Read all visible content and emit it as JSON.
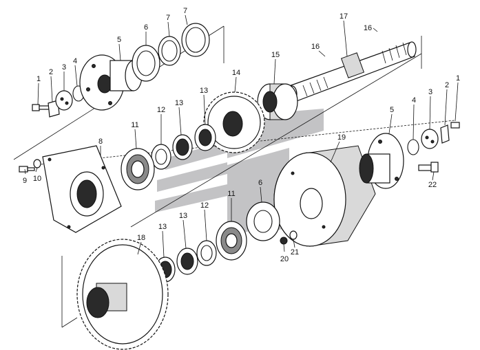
{
  "diagram": {
    "watermark_color": "#b9b9bc",
    "line_color": "#111111",
    "callouts": [
      {
        "id": "c1a",
        "label": "1"
      },
      {
        "id": "c2a",
        "label": "2"
      },
      {
        "id": "c3a",
        "label": "3"
      },
      {
        "id": "c4a",
        "label": "4"
      },
      {
        "id": "c5a",
        "label": "5"
      },
      {
        "id": "c6a",
        "label": "6"
      },
      {
        "id": "c7a",
        "label": "7"
      },
      {
        "id": "c7b",
        "label": "7"
      },
      {
        "id": "c8",
        "label": "8"
      },
      {
        "id": "c9",
        "label": "9"
      },
      {
        "id": "c10",
        "label": "10"
      },
      {
        "id": "c11a",
        "label": "11"
      },
      {
        "id": "c11b",
        "label": "11"
      },
      {
        "id": "c12a",
        "label": "12"
      },
      {
        "id": "c12b",
        "label": "12"
      },
      {
        "id": "c13a",
        "label": "13"
      },
      {
        "id": "c13b",
        "label": "13"
      },
      {
        "id": "c13c",
        "label": "13"
      },
      {
        "id": "c13d",
        "label": "13"
      },
      {
        "id": "c14",
        "label": "14"
      },
      {
        "id": "c15",
        "label": "15"
      },
      {
        "id": "c16a",
        "label": "16"
      },
      {
        "id": "c16b",
        "label": "16"
      },
      {
        "id": "c17",
        "label": "17"
      },
      {
        "id": "c18",
        "label": "18"
      },
      {
        "id": "c19",
        "label": "19"
      },
      {
        "id": "c20",
        "label": "20"
      },
      {
        "id": "c21",
        "label": "21"
      },
      {
        "id": "c22",
        "label": "22"
      },
      {
        "id": "c1b",
        "label": "1"
      },
      {
        "id": "c2b",
        "label": "2"
      },
      {
        "id": "c3b",
        "label": "3"
      },
      {
        "id": "c4b",
        "label": "4"
      },
      {
        "id": "c5b",
        "label": "5"
      },
      {
        "id": "c6b",
        "label": "6"
      }
    ]
  }
}
